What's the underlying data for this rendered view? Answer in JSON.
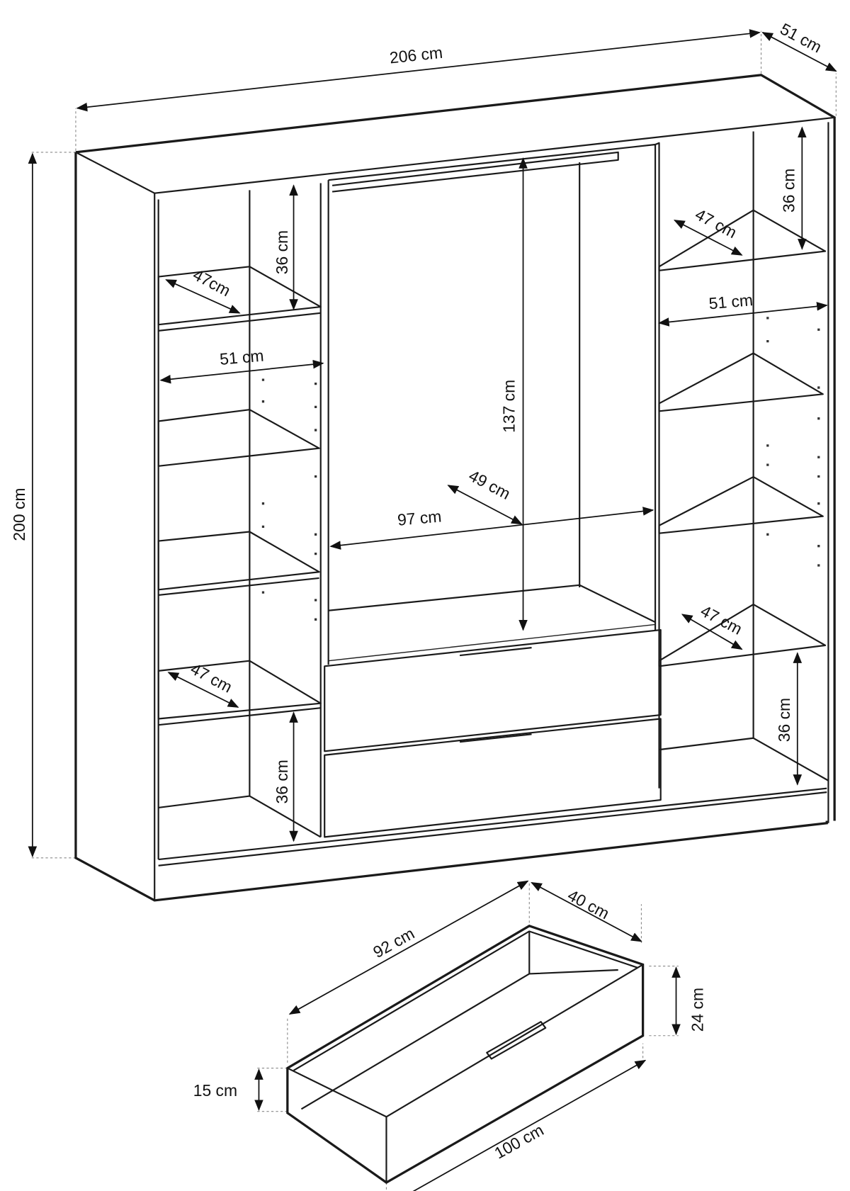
{
  "wardrobe": {
    "width": "206 cm",
    "depth": "51 cm",
    "height": "200 cm",
    "left_shelf_height_top": "36 cm",
    "left_shelf_depth_top": "47cm",
    "left_inner_width": "51 cm",
    "left_shelf_depth_bottom": "47 cm",
    "left_shelf_height_bottom": "36 cm",
    "hanging_height": "137 cm",
    "hanging_depth": "49 cm",
    "hanging_width": "97 cm",
    "right_shelf_height_top": "36 cm",
    "right_shelf_depth_top": "47 cm",
    "right_inner_width": "51 cm",
    "right_shelf_depth_bottom": "47 cm",
    "right_shelf_height_bottom": "36 cm"
  },
  "drawer": {
    "inner_length": "92 cm",
    "depth": "40 cm",
    "front_height": "24 cm",
    "side_height": "15 cm",
    "front_width": "100 cm"
  }
}
